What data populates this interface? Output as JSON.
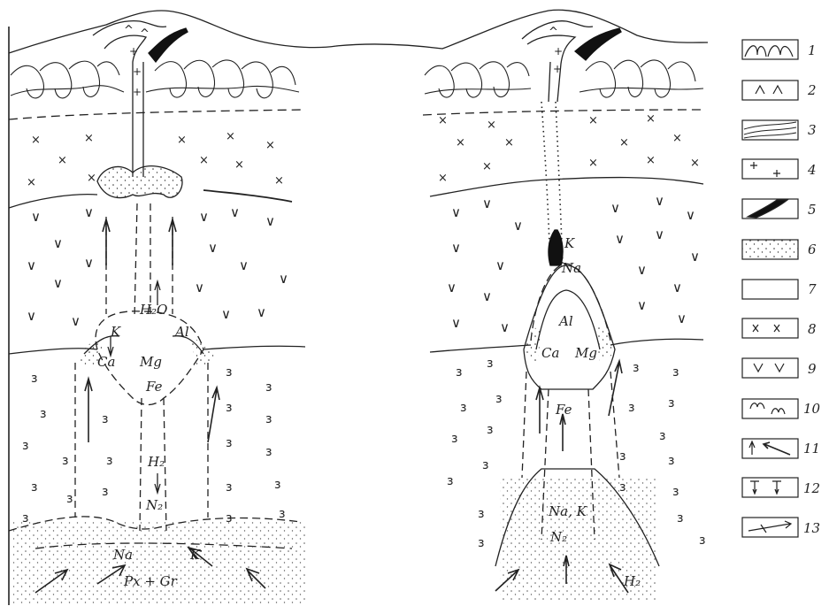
{
  "left_column": {
    "labels": {
      "h2o": "H₂O",
      "k": "K",
      "al": "Al",
      "ca": "Ca",
      "mg": "Mg",
      "fe": "Fe",
      "h2": "H₂",
      "n2": "N₂",
      "na": "Na",
      "k2": "K",
      "px_gr": "Px + Gr"
    }
  },
  "right_column": {
    "labels": {
      "k": "K",
      "na": "Na",
      "al": "Al",
      "ca": "Ca",
      "mg": "Mg",
      "fe": "Fe",
      "na_k": "Na, K",
      "n2": "N₂",
      "h2": "H₂"
    }
  },
  "legend": {
    "numbers": [
      "1",
      "2",
      "3",
      "4",
      "5",
      "6",
      "7",
      "8",
      "9",
      "10",
      "11",
      "12",
      "13"
    ]
  }
}
